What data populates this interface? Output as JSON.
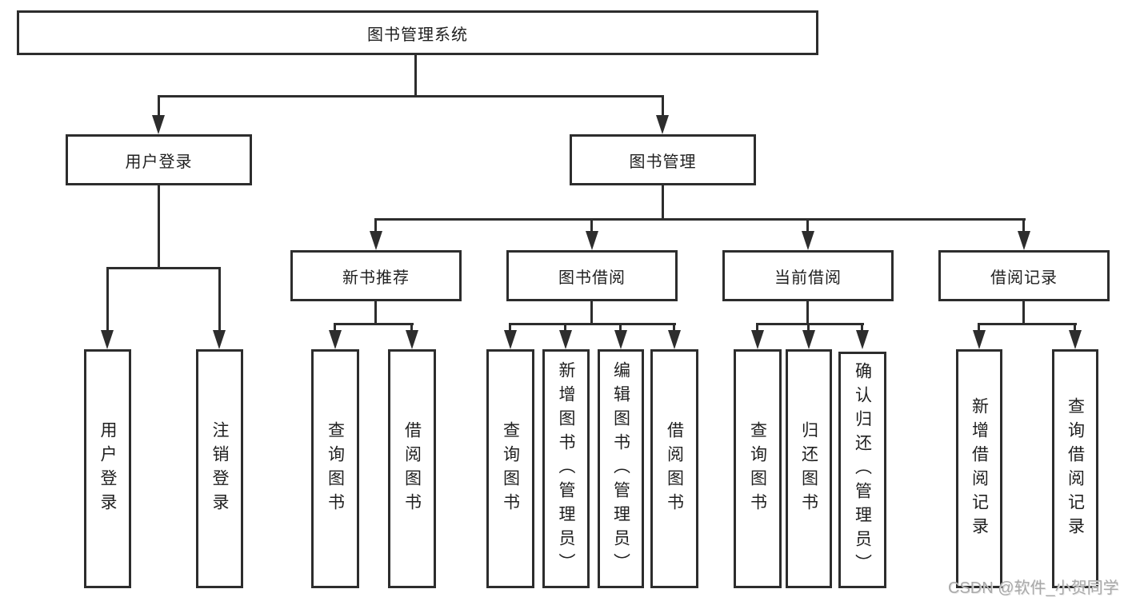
{
  "diagram_title": "图书管理系统",
  "tree": {
    "root": {
      "label": "图书管理系统"
    },
    "branches": [
      {
        "label": "用户登录",
        "leaves": [
          {
            "label": "用户登录"
          },
          {
            "label": "注销登录"
          }
        ]
      },
      {
        "label": "图书管理",
        "groups": [
          {
            "label": "新书推荐",
            "leaves": [
              {
                "label": "查询图书"
              },
              {
                "label": "借阅图书"
              }
            ]
          },
          {
            "label": "图书借阅",
            "leaves": [
              {
                "label": "查询图书"
              },
              {
                "label": "新增图书（管理员）"
              },
              {
                "label": "编辑图书（管理员）"
              },
              {
                "label": "借阅图书"
              }
            ]
          },
          {
            "label": "当前借阅",
            "leaves": [
              {
                "label": "查询图书"
              },
              {
                "label": "归还图书"
              },
              {
                "label": "确认归还（管理员）"
              }
            ]
          },
          {
            "label": "借阅记录",
            "leaves": [
              {
                "label": "新增借阅记录"
              },
              {
                "label": "查询借阅记录"
              }
            ]
          }
        ]
      }
    ]
  },
  "watermark": {
    "text": "CSDN @软件_小贺同学"
  },
  "colors": {
    "background": "#ffffff",
    "box_fill": "#ffffff",
    "box_border": "#2d2d2d",
    "line": "#2d2d2d",
    "text": "#1f1f1f",
    "watermark": "#a9a9a9"
  }
}
